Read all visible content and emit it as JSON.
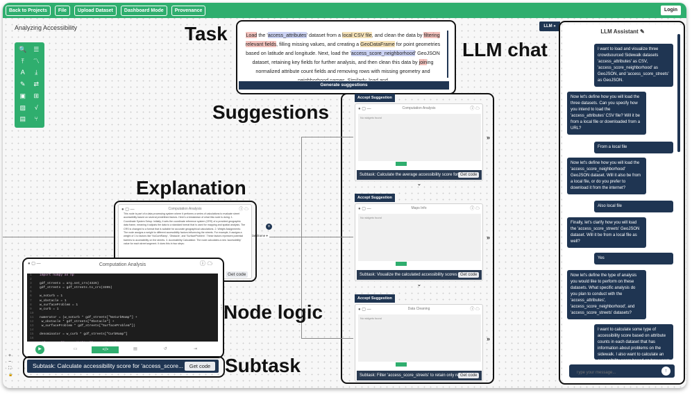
{
  "topbar": {
    "buttons": [
      "Back to Projects",
      "File",
      "Upload Dataset",
      "Dashboard Mode",
      "Provenance"
    ],
    "login": "Login"
  },
  "page_title": "Analyzing Accessibility",
  "labels": {
    "task": "Task",
    "llm_chat": "LLM chat",
    "suggestions": "Suggestions",
    "explanation": "Explanation",
    "node_logic": "Node logic",
    "subtask": "Subtask"
  },
  "task": {
    "text_html": "<span class=\"hl-red\">Load</span> the '<span class=\"hl-blue\">access_attributes</span>' dataset from a <span class=\"hl-yel\">local CSV file</span>, and clean the data by <span class=\"hl-red\">filtering relevant fields</span>, filling missing values, and creating a <span class=\"hl-yel\">GeoDataFrame</span> for point geometries based on latitude and longitude. Next, load the '<span class=\"hl-blue\">access_score_neighborhood</span>' GeoJSON dataset, retaining key fields for further analysis, and then clean this data by <span class=\"hl-red\">join</span>ing normalized attribute count fields and removing rows with missing geometry and neighborhood names. Similarly, load and",
    "generate_button": "Generate suggestions"
  },
  "chat": {
    "tab": "LLM",
    "title": "LLM Assistant",
    "messages": [
      "I want to load and visualize three crowdsourced Sidewalk datasets 'access_attributes' as CSV, 'access_score_neighborhood' as GeoJSON, and 'access_score_streets' as GeoJSON.",
      "Now let's define how you will load the three datasets. Can you specify how you intend to load the 'access_attributes' CSV file? Will it be from a local file or downloaded from a URL?",
      "From a local file",
      "Now let's define how you will load the 'access_score_neighborhood' GeoJSON dataset. Will it also be from a local file, or do you prefer to download it from the internet?",
      "Also local file",
      "Finally, let's clarify how you will load the 'access_score_streets' GeoJSON dataset. Will it be from a local file as well?",
      "Yes",
      "Now let's define the type of analysis you would like to perform on these datasets. What specific analysis do you plan to conduct with the 'access_attributes', 'access_score_neighborhood', and 'access_score_streets' datasets?",
      "I want to calculate some type of accessibility score based on attribute counts in each dataset that has information about problems on the sidewalk. I also want to calculate an accessibility score based on how users"
    ],
    "input_placeholder": "Type your message..."
  },
  "suggestions": [
    {
      "accept": "Accept Suggestion",
      "node_title": "Computation Analysis",
      "placeholder": "No widgets found",
      "subtask": "Subtask: Calculate the average accessibility score for all n",
      "get_code": "Get code"
    },
    {
      "accept": "Accept Suggestion",
      "node_title": "Maps Info",
      "placeholder": "No widgets found",
      "subtask": "Subtask: Visualize the calculated accessibility scores for s",
      "get_code": "Get code"
    },
    {
      "accept": "Accept Suggestion",
      "node_title": "Data Cleaning",
      "placeholder": "No widgets found",
      "subtask": "Subtask: Filter 'access_score_streets' to retain only relev",
      "get_code": "Get code"
    }
  ],
  "explanation": {
    "node_title": "Computation Analysis",
    "text": "This node is part of a data processing system where it performs a series of calculations to evaluate street accessibility based on several predefined factors. Here's a breakdown of what this node is doing: 1. Coordinate System Setup: Initially, it sets the coordinate reference system (CRS) of a provided geographic data frame, meaning it adjusts the data to a standard format that is used for mapping and spatial analysis. The CRS is changed to a format that is suitable for accurate geographical calculations. 2. Weight Assignments: The node assigns a weight to different accessibility factors influencing the streets. For example, it assigns a weight of 1 to factors like 'NoCurbRamp', 'Obstacle', and 'SurfaceProblem'. These factors represent potential barriers to accessibility on the streets. 3. Accessibility Calculation: The node calculates a new 'accessibility' value for each street segment. It does this in two steps:",
    "get_code": "Get code",
    "dropdown": "dataframe"
  },
  "node_logic": {
    "title": "Computation Analysis",
    "code_lines": [
      "import numpy as np",
      "",
      "gdf_streets = arg.set_crs(4326)",
      "gdf_streets = gdf_streets.to_crs(3395)",
      "",
      "w_noCurb = 1",
      "w_obstacle = 1",
      "w_surfaceProblem = 1",
      "w_curb = 1",
      "",
      "numerator = (w_noCurb * gdf_streets[\"NoCurbRamp\"] +",
      "             w_obstacle * gdf_streets[\"Obstacle\"] +",
      "             w_surfaceProblem * gdf_streets[\"SurfaceProblem\"])",
      "",
      "denominator = w_curb * gdf_streets[\"CurbRamp\"]",
      "",
      "gdf_streets[\"accessibility\"] = np.where(",
      "    denominator == 0,",
      "    numerator,"
    ]
  },
  "subtask": {
    "text": "Subtask: Calculate accessibility score for 'access_score...",
    "get_code": "Get code"
  },
  "left_controls": [
    "+",
    "−",
    "⛶",
    "🔒"
  ],
  "colors": {
    "accent": "#2fae6e",
    "navy": "#1f3552",
    "highlight_red": "#f3c2bd",
    "highlight_blue": "#cbd2f3",
    "highlight_yellow": "#f5e2b8"
  }
}
